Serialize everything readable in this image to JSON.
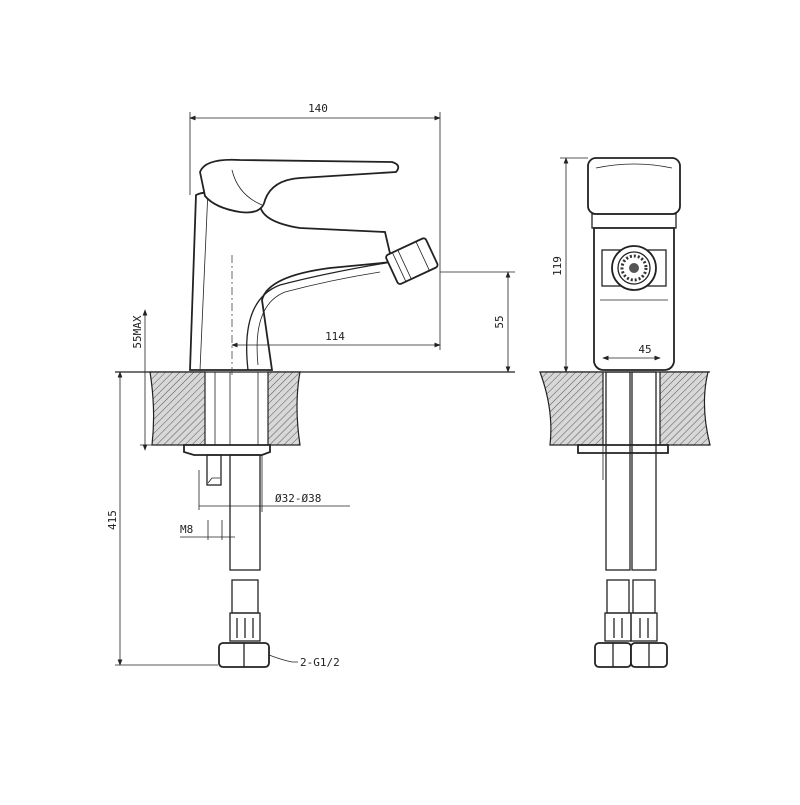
{
  "title": "Bidet mixer technical drawing",
  "side_view": {
    "dim_width": "140",
    "dim_spout_reach": "114",
    "dim_spout_height": "55",
    "dim_deck_max": "55MAX",
    "dim_hose_length": "415",
    "dim_hole": "Ø32-Ø38",
    "dim_stud": "M8",
    "dim_connection": "2-G1/2"
  },
  "front_view": {
    "dim_height": "119",
    "dim_width": "45"
  },
  "colors": {
    "line": "#222222",
    "background": "#ffffff"
  }
}
